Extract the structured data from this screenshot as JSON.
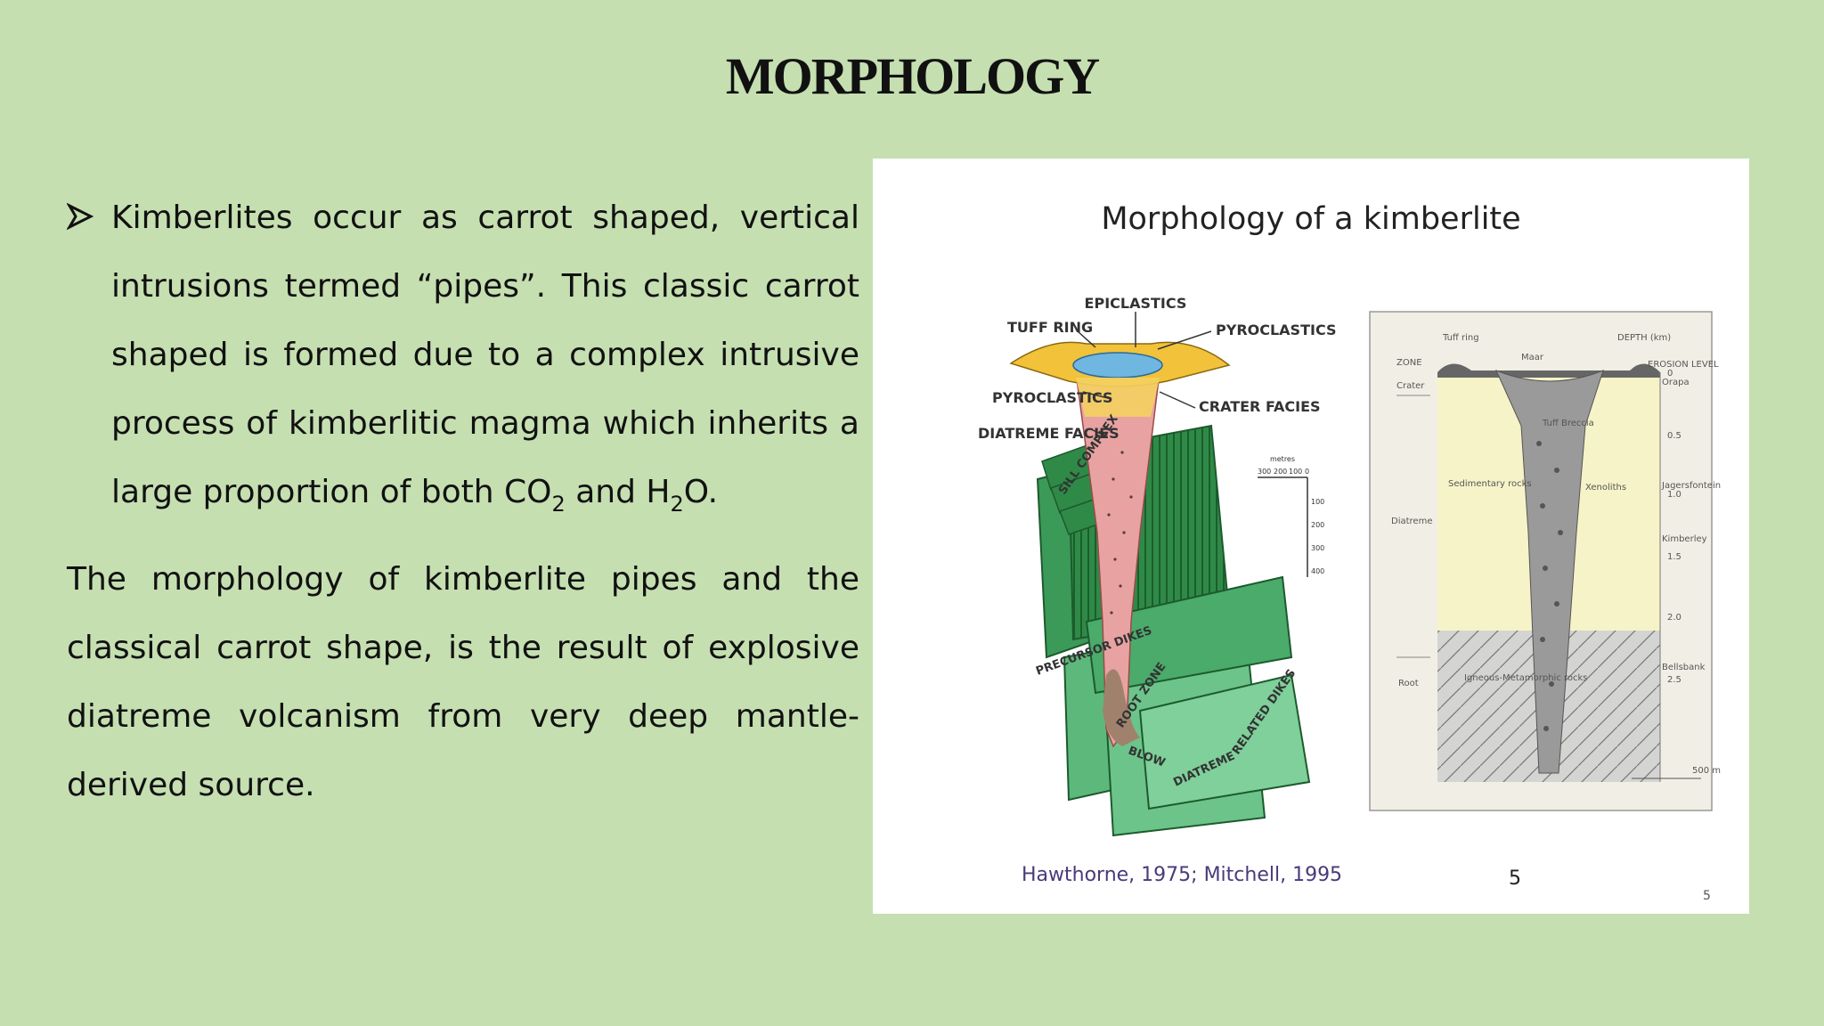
{
  "slide": {
    "title": "MORPHOLOGY",
    "bullet": {
      "text_pre": "Kimberlites occur as carrot shaped, vertical intrusions termed “pipes”. This classic carrot shaped is formed due to a complex intrusive process of kimberlitic magma which inherits a large proportion of both CO",
      "sub1": "2",
      "text_mid": " and H",
      "sub2": "2",
      "text_post": "O."
    },
    "paragraph": "The morphology of kimberlite pipes and the classical carrot shape, is the result of explosive diatreme volcanism from very deep mantle-derived source."
  },
  "figure": {
    "title": "Morphology of a kimberlite",
    "left_labels": {
      "epiclastics": "EPICLASTICS",
      "tuff_ring": "TUFF RING",
      "pyroclastics_right": "PYROCLASTICS",
      "pyroclastics_left": "PYROCLASTICS",
      "crater_facies": "CRATER FACIES",
      "diatreme_facies": "DIATREME FACIES",
      "sill_complex": "SILL COMPLEX",
      "precursor_dikes": "PRECURSOR DIKES",
      "root_zone": "ROOT ZONE",
      "blow": "BLOW",
      "diatreme": "DIATREME",
      "related_dikes": "RELATED DIKES"
    },
    "scale_bar": {
      "title": "metres",
      "h_ticks": [
        "300",
        "200",
        "100",
        "0"
      ],
      "v_ticks": [
        "100",
        "200",
        "300",
        "400"
      ]
    },
    "right_labels": {
      "tuff_ring": "Tuff ring",
      "maar": "Maar",
      "depth": "DEPTH (km)",
      "erosion_level": "EROSION LEVEL",
      "zone": "ZONE",
      "crater": "Crater",
      "diatreme": "Diatreme",
      "root": "Root",
      "tuff_breccia": "Tuff Breccia",
      "sedimentary_rocks": "Sedimentary rocks",
      "xenoliths": "Xenoliths",
      "igneous_metamorphic": "Igneous-Metamorphic rocks",
      "depth_ticks": [
        "0",
        "0.5",
        "1.0",
        "1.5",
        "2.0",
        "2.5"
      ],
      "levels": [
        "Orapa",
        "Jagersfontein",
        "Kimberley",
        "Bellsbank"
      ],
      "scale": "500 m"
    },
    "credit": "Hawthorne, 1975; Mitchell, 1995",
    "number_a": "5",
    "number_b": "5"
  }
}
